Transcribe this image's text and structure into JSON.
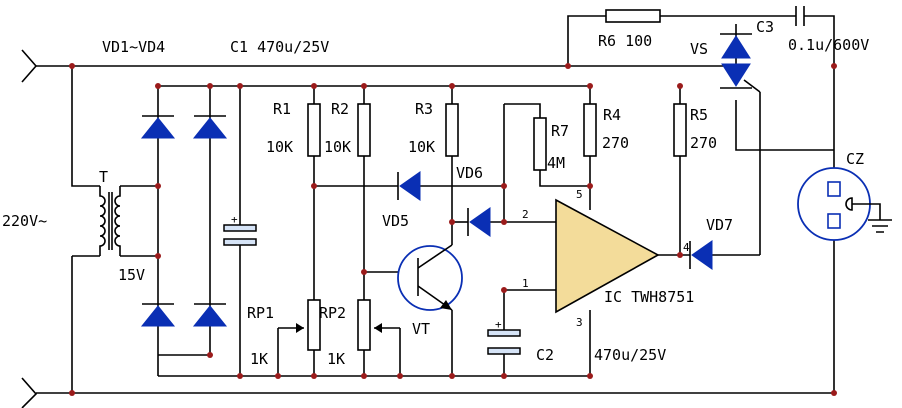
{
  "labels": {
    "bridge": "VD1~VD4",
    "c1": "C1 470u/25V",
    "r6": "R6 100",
    "c3": "C3",
    "c3_val": "0.1u/600V",
    "vs": "VS",
    "r1": "R1",
    "r1_val": "10K",
    "r2": "R2",
    "r2_val": "10K",
    "r3": "R3",
    "r3_val": "10K",
    "r7": "R7",
    "r7_val": "4M",
    "r4": "R4",
    "r4_val": "270",
    "r5": "R5",
    "r5_val": "270",
    "t": "T",
    "mains": "220V~",
    "secondary": "15V",
    "vd6": "VD6",
    "vd5": "VD5",
    "vd7": "VD7",
    "cz": "CZ",
    "rp1": "RP1",
    "rp1_val": "1K",
    "rp2": "RP2",
    "rp2_val": "1K",
    "vt": "VT",
    "ic": "IC  TWH8751",
    "c2": "C2",
    "c2_val": "470u/25V",
    "pin1": "1",
    "pin2": "2",
    "pin3": "3",
    "pin4": "4",
    "pin5": "5"
  },
  "colors": {
    "wire": "#000000",
    "diode": "#0a2fb4",
    "ic_fill": "#f3dc9a",
    "node": "#9b1b1b",
    "socket": "#0a2fb4"
  }
}
